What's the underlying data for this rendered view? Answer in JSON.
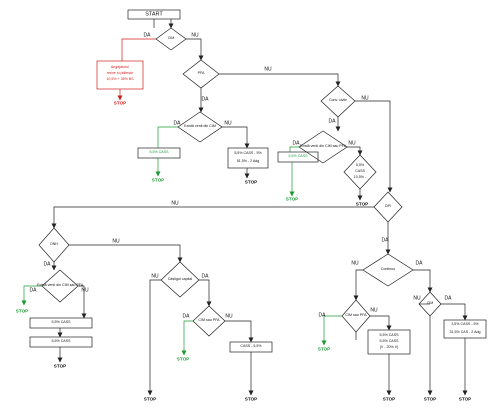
{
  "start": "START",
  "q": {
    "cim": "CIM",
    "pfa": "PFA",
    "conc_civile": "Conv. civile",
    "exista_venit_cim": "Există venit din CIM",
    "exista_venit_cim_pfa": "Există venit din CIM sau PFA",
    "dpi": "DPI",
    "onh": "ONH",
    "exista_cim_pfa": "Există venit din CIM sau PFA",
    "castigul_capital": "Câștigul capital",
    "cim_sau_pfa": "CIM sau PFA",
    "continuu": "Continuu",
    "cim_sau_pfa_2": "CIM sau PFA",
    "cim_2": "CIM"
  },
  "edges": {
    "da": "DA",
    "nu": "NU"
  },
  "box": {
    "red": [
      "Angajatorul",
      "reține și plătește",
      "10,5% + 35% BS"
    ],
    "cass_55_1": "5,5% CASS",
    "cass_55_var": [
      "5,5% CASS - 5%",
      "51,5% - 2 Adg"
    ],
    "cass_55_2": "5,5% CASS",
    "cass_55_105": [
      "5,5%",
      "CASS",
      "10,5% -"
    ],
    "cass_55_3": "5,5% CASS",
    "cass_55_4": "5,5% CASS",
    "cass_55_5": "CASS - 5,5%",
    "cass_55_fin": [
      "5,5% CASS",
      "5,5% CASS",
      "(V - 20% V)"
    ],
    "cass_55_fin2": [
      "3,5% CASS - 5%",
      "31,5% CAS - 2 Adg"
    ]
  },
  "stop": "STOP"
}
